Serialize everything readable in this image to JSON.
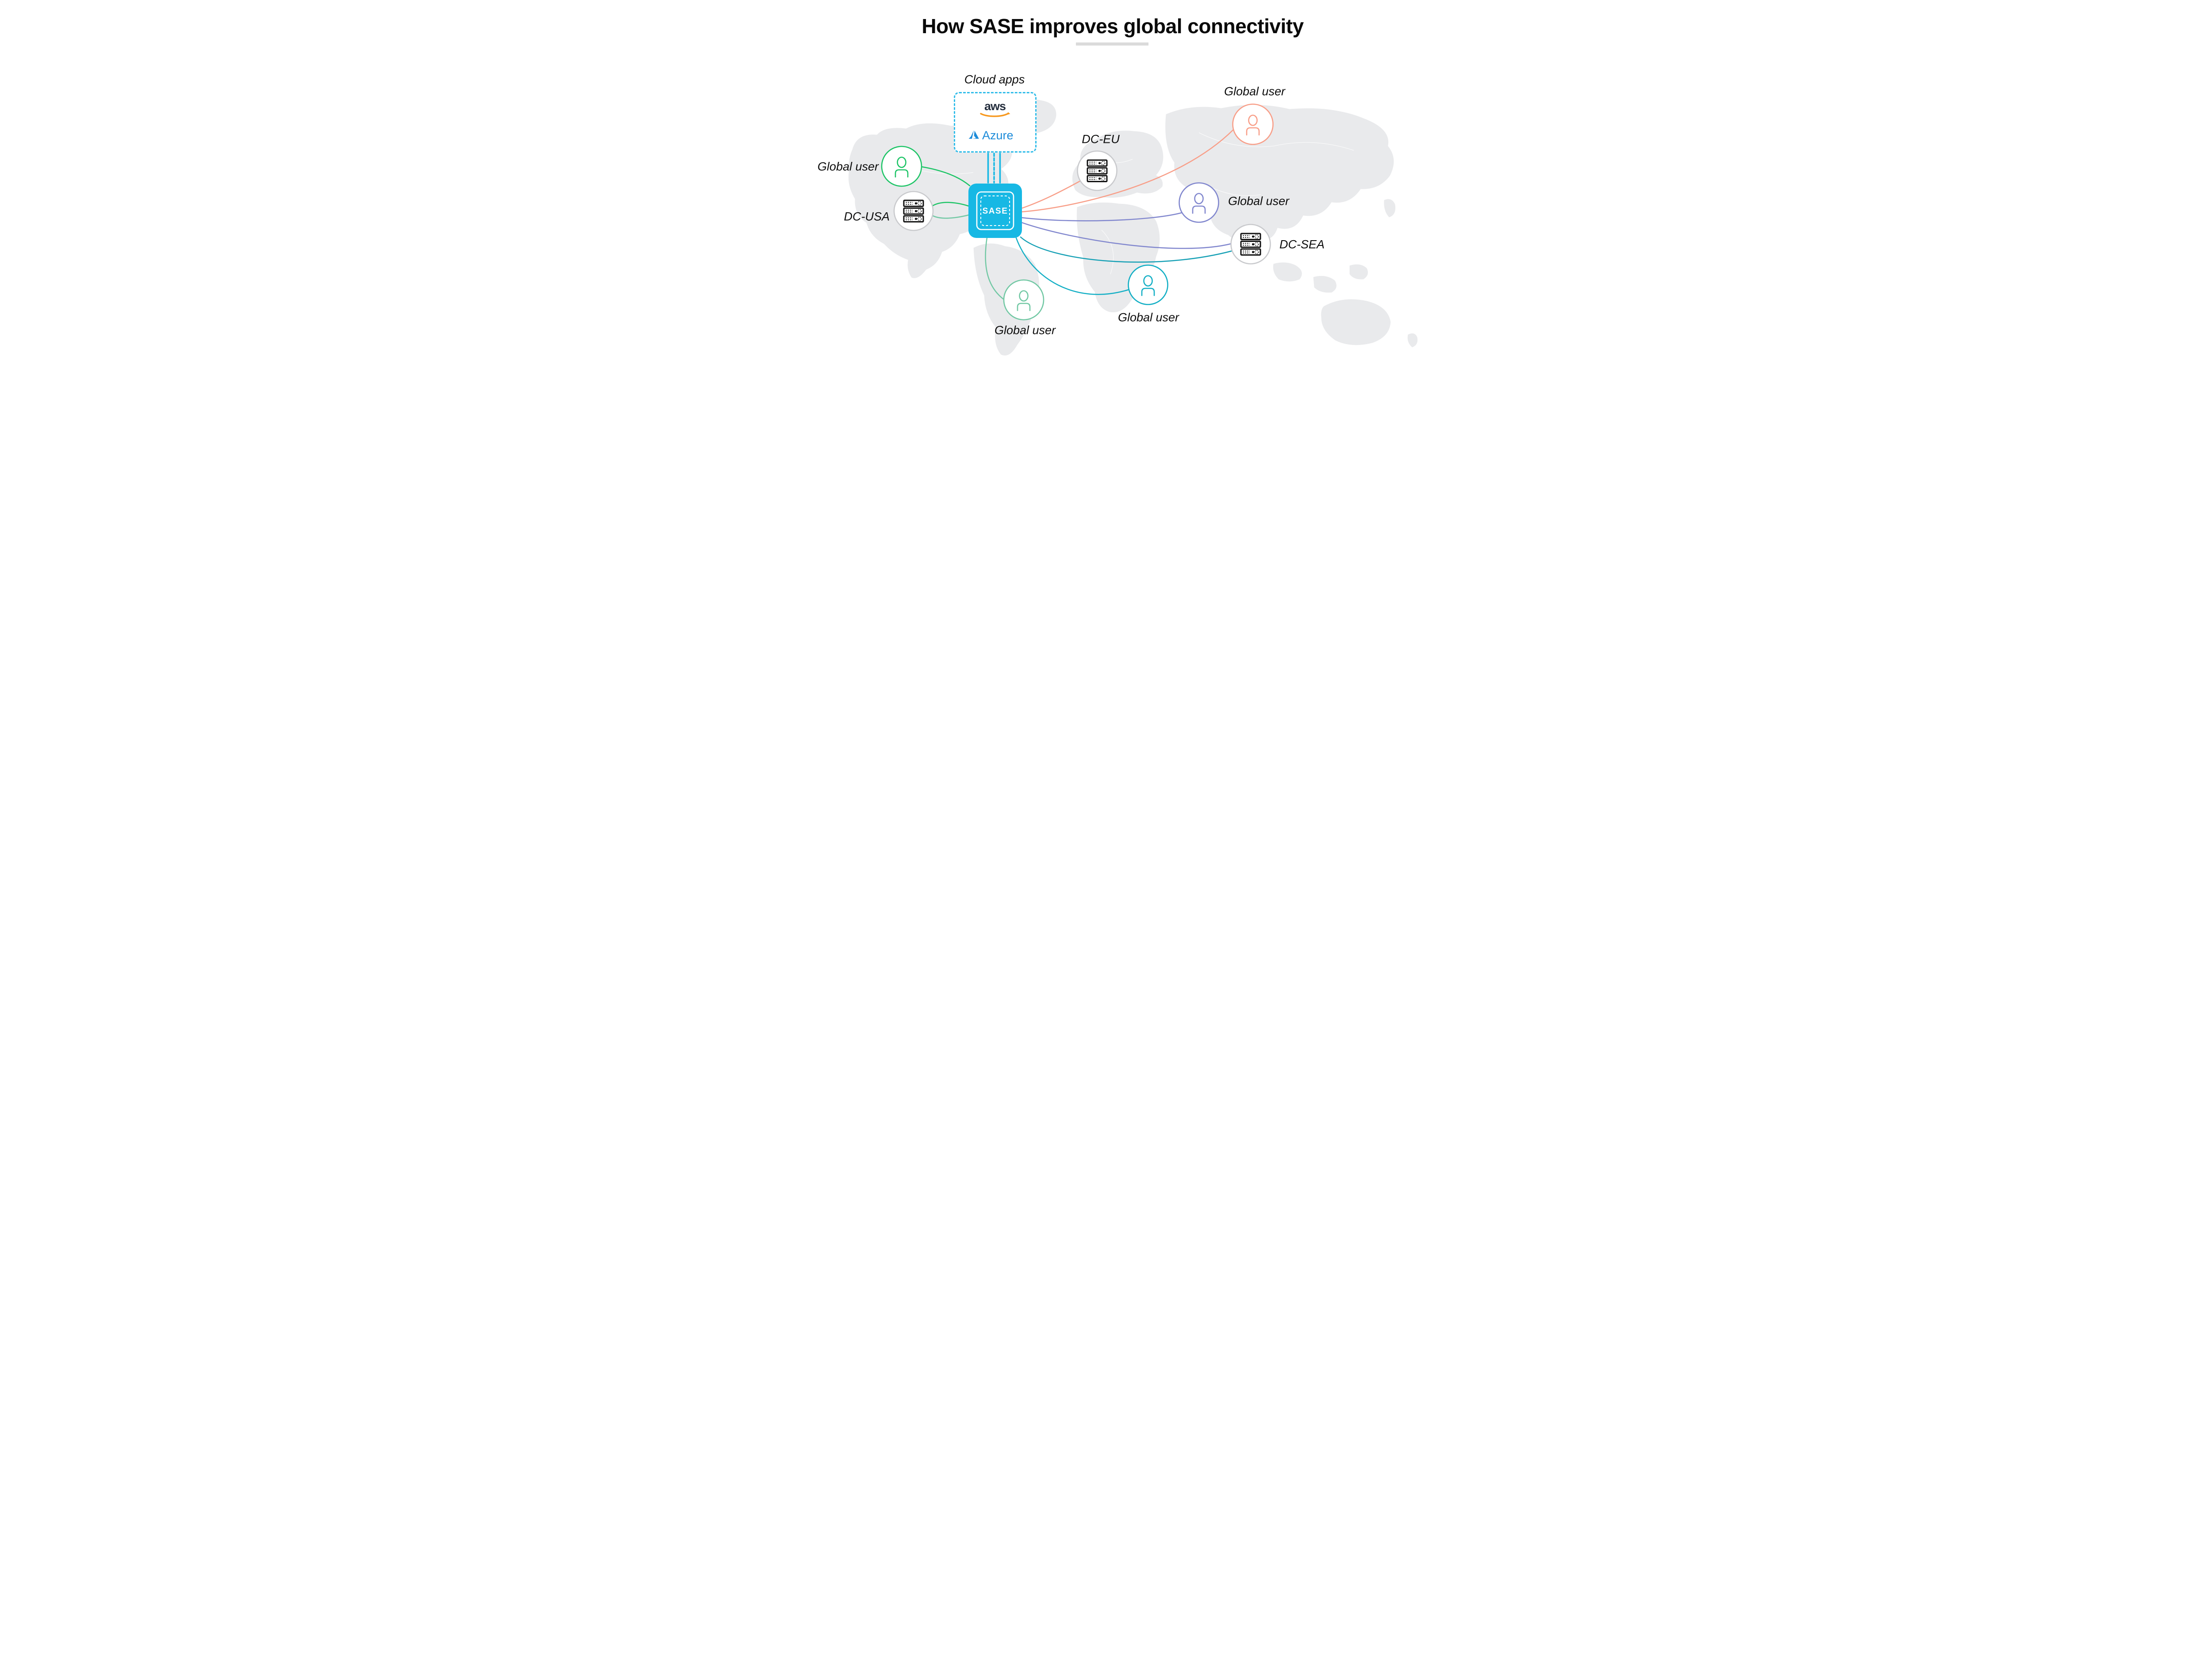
{
  "title": "How SASE improves global connectivity",
  "cloud_apps": {
    "label": "Cloud apps",
    "providers": [
      {
        "name": "aws"
      },
      {
        "name": "Azure"
      }
    ]
  },
  "sase": {
    "label": "SASE"
  },
  "nodes": [
    {
      "id": "user-west",
      "type": "user",
      "label": "Global user",
      "color": "#1DC466"
    },
    {
      "id": "dc-usa",
      "type": "datacenter",
      "label": "DC-USA",
      "color": "#C9CACD"
    },
    {
      "id": "dc-eu",
      "type": "datacenter",
      "label": "DC-EU",
      "color": "#C9CACD"
    },
    {
      "id": "user-northeast",
      "type": "user",
      "label": "Global user",
      "color": "#F89E88"
    },
    {
      "id": "user-central",
      "type": "user",
      "label": "Global user",
      "color": "#8187CE"
    },
    {
      "id": "dc-sea",
      "type": "datacenter",
      "label": "DC-SEA",
      "color": "#C9CACD"
    },
    {
      "id": "user-south",
      "type": "user",
      "label": "Global user",
      "color": "#13AFC5"
    },
    {
      "id": "user-southwest",
      "type": "user",
      "label": "Global user",
      "color": "#72C8A4"
    }
  ],
  "connections": [
    {
      "from": "sase",
      "to": "cloud-apps",
      "style": "solid",
      "color": "#17B8E4"
    },
    {
      "from": "sase",
      "to": "cloud-apps",
      "style": "dashed",
      "color": "#17B8E4"
    },
    {
      "from": "sase",
      "to": "cloud-apps",
      "style": "solid",
      "color": "#17B8E4"
    },
    {
      "from": "user-west",
      "to": "sase",
      "style": "solid",
      "color": "#1DC466"
    },
    {
      "from": "dc-usa",
      "to": "sase",
      "style": "solid",
      "color": "#1DC466"
    },
    {
      "from": "dc-usa",
      "to": "sase",
      "style": "solid",
      "color": "#72C8A4"
    },
    {
      "from": "sase",
      "to": "dc-eu",
      "style": "solid",
      "color": "#F89E88"
    },
    {
      "from": "sase",
      "to": "user-northeast",
      "style": "solid",
      "color": "#F89E88"
    },
    {
      "from": "sase",
      "to": "user-central",
      "style": "solid",
      "color": "#8187CE"
    },
    {
      "from": "sase",
      "to": "dc-sea",
      "style": "solid",
      "color": "#8187CE"
    },
    {
      "from": "sase",
      "to": "dc-sea",
      "style": "solid",
      "color": "#16A0B5"
    },
    {
      "from": "sase",
      "to": "user-south",
      "style": "solid",
      "color": "#13AFC5"
    },
    {
      "from": "sase",
      "to": "user-southwest",
      "style": "solid",
      "color": "#72C8A4"
    }
  ],
  "colors": {
    "map": "#E9EAEC",
    "map_border": "#FFFFFF",
    "dc_ring": "#C9CACD",
    "icon": "#111111",
    "accent_cyan": "#17B8E4",
    "cloud_border": "#2FBCE9",
    "divider": "#DBDBDB",
    "title_text": "#0A0A0A",
    "label_text": "#0D0D0D",
    "aws_text": "#252F3E",
    "aws_smile": "#F7981D",
    "azure_blue": "#1C8BD9"
  }
}
